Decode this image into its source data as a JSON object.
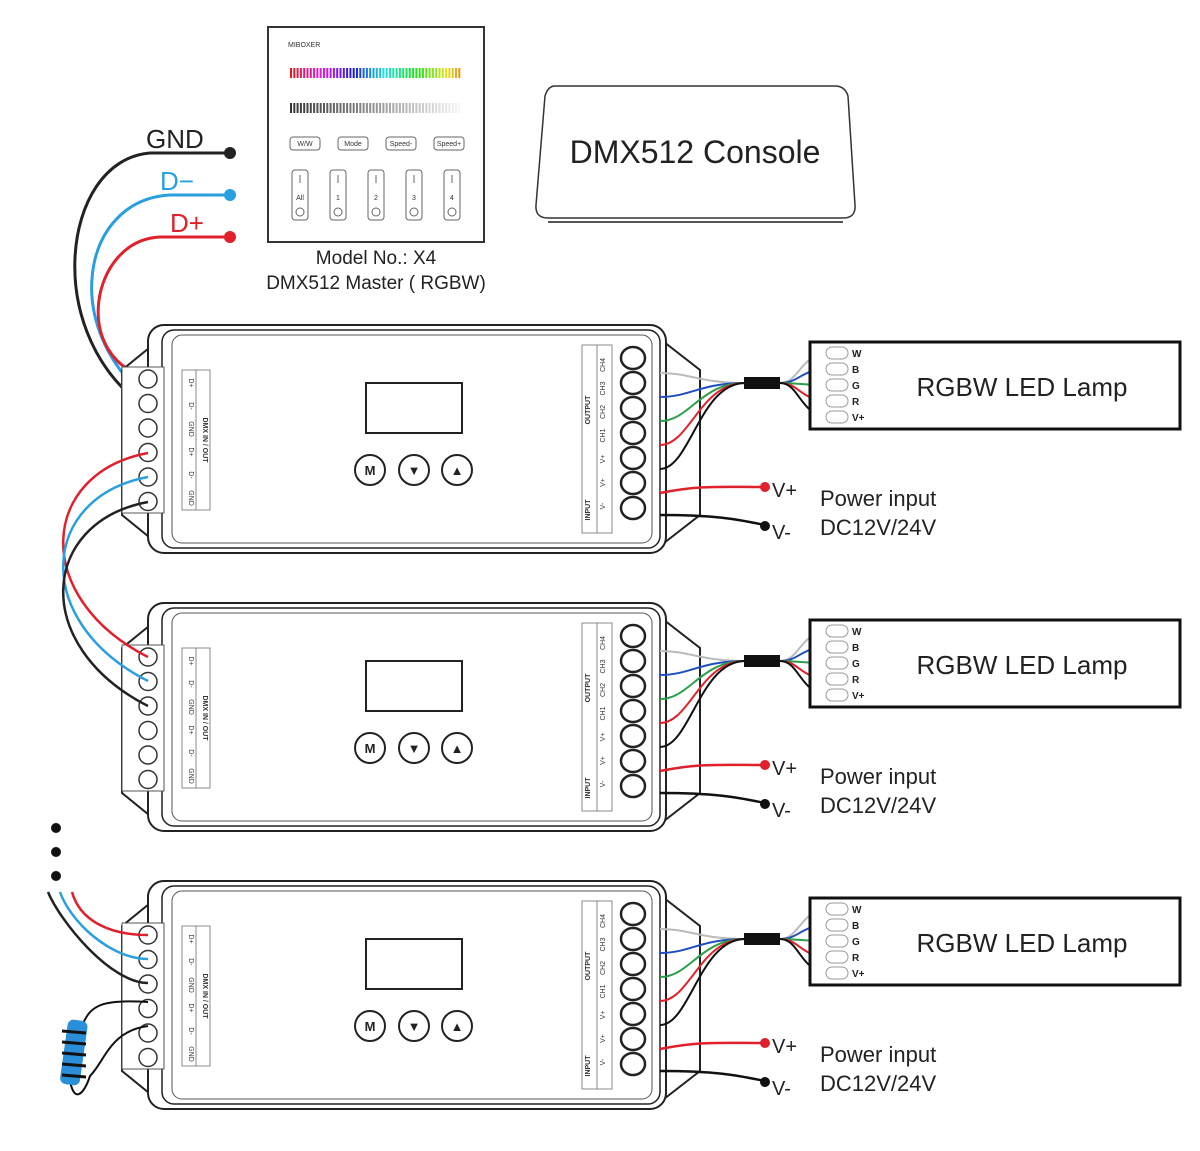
{
  "bus_labels": {
    "gnd": "GND",
    "dminus": "D−",
    "dplus": "D+"
  },
  "colors": {
    "gnd": "#222222",
    "dminus": "#2a9fe0",
    "dplus": "#e0202a",
    "white": "#bbbbbb",
    "blue": "#1f4fbf",
    "green": "#2aa04a",
    "red": "#e0202a",
    "black": "#111111",
    "resistor": "#2a8fd8"
  },
  "master": {
    "brand": "MIBOXER",
    "buttons": [
      "W/W",
      "Mode",
      "Speed-",
      "Speed+"
    ],
    "zones": [
      "All",
      "1",
      "2",
      "3",
      "4"
    ],
    "model_line": "Model No.: X4",
    "desc_line": "DMX512 Master ( RGBW)"
  },
  "console": {
    "label": "DMX512 Console"
  },
  "decoder": {
    "dmx_title": "DMX  IN / OUT",
    "dmx_pins": [
      "D+",
      "D-",
      "GND",
      "D+",
      "D-",
      "GND"
    ],
    "output_title": "OUTPUT",
    "output_pins": [
      "CH4",
      "CH3",
      "CH2",
      "CH1",
      "V+"
    ],
    "input_title": "INPUT",
    "input_pins": [
      "V+",
      "V-"
    ],
    "buttons": [
      "M",
      "▼",
      "▲"
    ]
  },
  "units": [
    {
      "lamp": "RGBW LED Lamp",
      "pins": [
        "W",
        "B",
        "G",
        "R",
        "V+"
      ],
      "vplus": "V+",
      "vminus": "V-",
      "power_title": "Power input",
      "power_spec": "DC12V/24V"
    },
    {
      "lamp": "RGBW LED Lamp",
      "pins": [
        "W",
        "B",
        "G",
        "R",
        "V+"
      ],
      "vplus": "V+",
      "vminus": "V-",
      "power_title": "Power input",
      "power_spec": "DC12V/24V"
    },
    {
      "lamp": "RGBW LED Lamp",
      "pins": [
        "W",
        "B",
        "G",
        "R",
        "V+"
      ],
      "vplus": "V+",
      "vminus": "V-",
      "power_title": "Power input",
      "power_spec": "DC12V/24V"
    }
  ],
  "continuation": "•••",
  "terminator": "terminal-resistor"
}
